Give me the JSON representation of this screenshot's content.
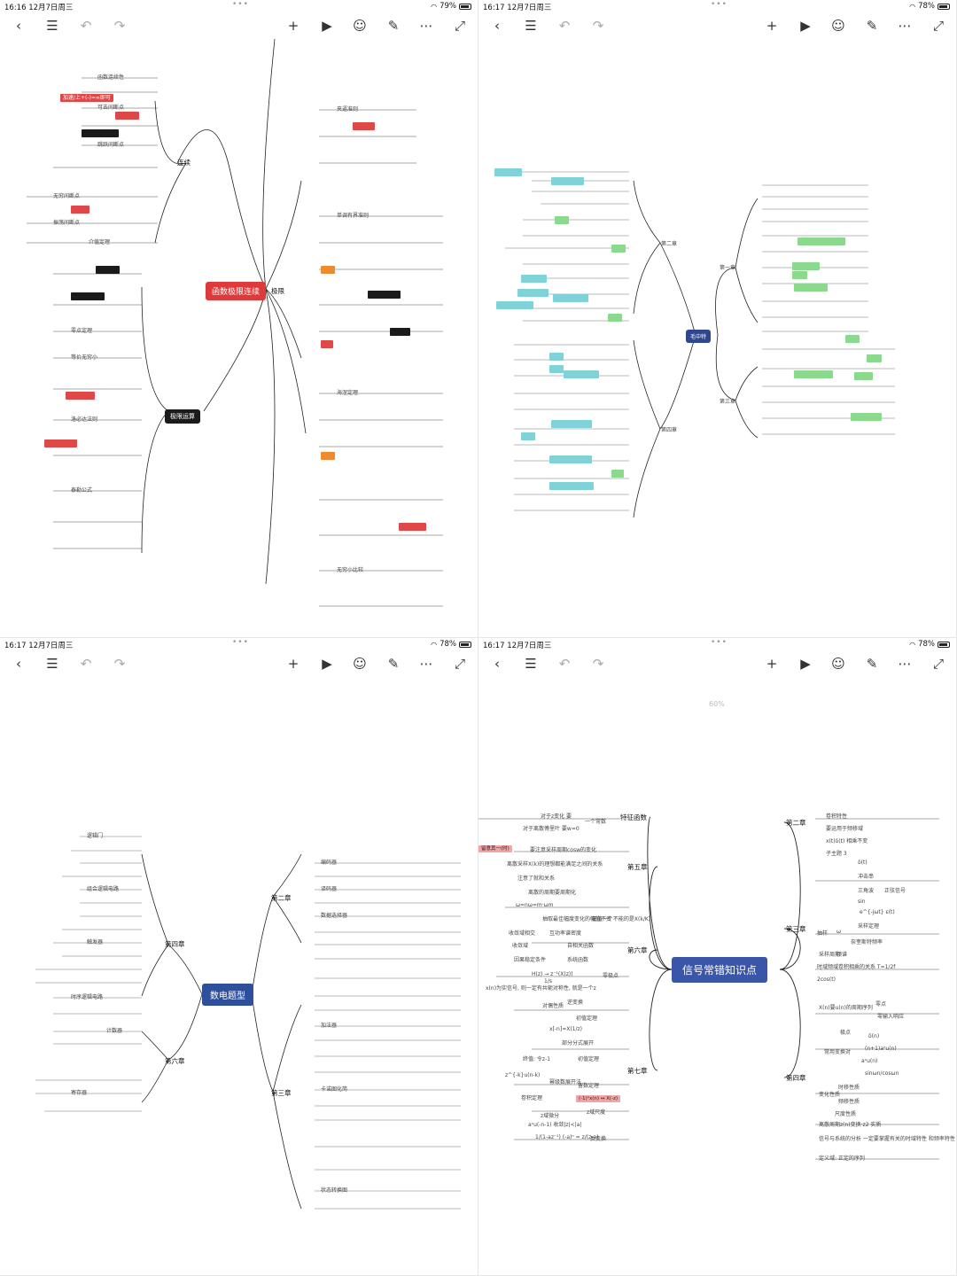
{
  "panels": [
    {
      "status": {
        "time": "16:16",
        "date": "12月7日周三",
        "battery": "79%"
      },
      "central": "函数极限连续",
      "branches": [
        "连续",
        "极限运算",
        "极限"
      ],
      "highlight": "加速/上+(-)=∞即可",
      "leaves": [
        "函数连续性",
        "可去间断点",
        "跳跃间断点",
        "无穷间断点",
        "振荡间断点",
        "介值定理",
        "零点定理",
        "等价无穷小",
        "洛必达法则",
        "泰勒公式",
        "夹逼准则",
        "单调有界准则",
        "海涅定理",
        "无穷小比较"
      ]
    },
    {
      "status": {
        "time": "16:17",
        "date": "12月7日周三",
        "battery": "78%"
      },
      "central": "毛中特",
      "branches": [
        "第一章",
        "第二章",
        "第三章",
        "第四章"
      ]
    },
    {
      "status": {
        "time": "16:17",
        "date": "12月7日周三",
        "battery": "78%"
      },
      "central": "数电题型",
      "branches": [
        "第四章",
        "第六章",
        "第二章",
        "第三章"
      ],
      "leaves": [
        "逻辑门",
        "组合逻辑电路",
        "触发器",
        "时序逻辑电路",
        "计数器",
        "寄存器",
        "编码器",
        "译码器",
        "数据选择器",
        "加法器",
        "卡诺图化简",
        "状态转换图"
      ]
    },
    {
      "status": {
        "time": "16:17",
        "date": "12月7日周三",
        "battery": "78%"
      },
      "central": "信号常错知识点",
      "zoom": "60%",
      "branches": [
        "特征函数",
        "第五章",
        "第六章",
        "第七章",
        "第二章",
        "第三章",
        "第四章"
      ],
      "nodes": {
        "left": [
          "对于z变化 要",
          "一个常数",
          "对于离散傅里叶 要w=0",
          "留意其一(时)",
          "要注意采样周期cosw的变化",
          "离散采样X(k)的理想都能满足之间的关系",
          "注意了就和关系",
          "离散的周期要周期化",
          "ω=nω=m·ωm",
          "抽取最佳幅度变化的 幅值一个不能的是X(k/K)",
          "幅值不变",
          "收敛域相交",
          "互功率谱密度",
          "收敛域",
          "自相关函数",
          "因果稳定条件",
          "系统函数",
          "H(z) → z⁻¹(X(z))",
          "零极点",
          "x(n)为实信号, 则一定有共轭对称性, 就是一个z",
          "逆变换",
          "初值定理",
          "1/s",
          "对偶性质",
          "x[-n]=X(1/z)",
          "部分分式展开",
          "终值:  令z-1",
          "初值定理",
          "z^{-k}u(n-k)",
          "幂级数展开法",
          "留数定理",
          "卷积定理",
          "(-1)ⁿx(n) ↔ X(-z)",
          "z域尺度",
          "z域微分",
          "aⁿu(-n-1) 收敛|z|<|a|",
          "1/(1-az⁻¹) (-a)ⁿ = z/(z-a)",
          "反变换"
        ],
        "right": [
          "卷积特性",
          "要运用于频移域",
          "x(t)δ(t) 相乘不变",
          "子主题 3",
          "δ(t)",
          "冲击串",
          "三角波",
          "sin",
          "正弦信号",
          "e^{-jωt}  ε(t)",
          "抽样",
          "ω",
          "采样定理",
          "奈奎斯特频率",
          "采样周期",
          "频谱",
          "时域频域卷积相乘的关系 T=1/2f",
          "2cos(t)",
          "X(n)要u(n)的周期序列",
          "零点",
          "零输入响应",
          "极点",
          "常用变换对",
          "δ(n)",
          "(n+1)aⁿu(n)",
          "aⁿu(n)",
          "sinωn/cosωn",
          "变化性质",
          "时移性质",
          "频移性质",
          "尺度性质",
          "离散周期",
          "z(n)变换·z2 实质",
          "信号与系统的分析 一定要掌握有关的时域特性 和频率特性 2ω",
          "定义域: 正定的序列"
        ]
      }
    }
  ],
  "toolbar_icons": [
    "back-icon",
    "list-icon",
    "undo-icon",
    "redo-icon",
    "plus-icon",
    "play-icon",
    "emoji-icon",
    "brush-icon",
    "more-icon",
    "fullscreen-icon"
  ]
}
